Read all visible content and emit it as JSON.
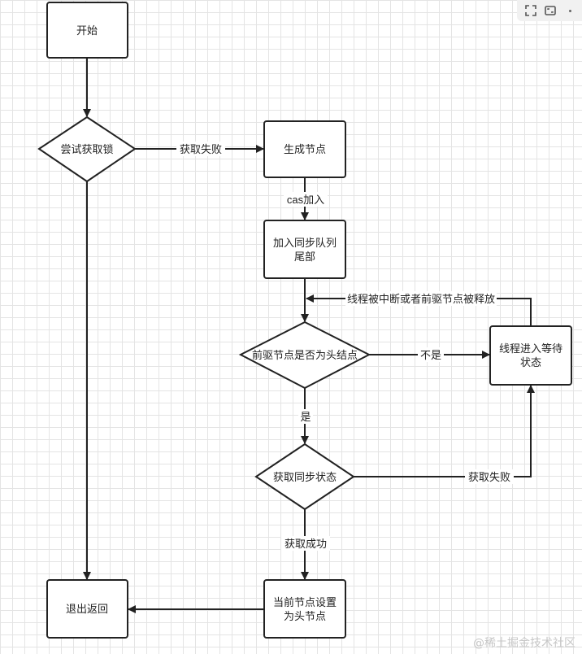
{
  "nodes": {
    "start": {
      "label": "开始",
      "shape": "rect"
    },
    "try_lock": {
      "label": "尝试获取锁",
      "shape": "diamond"
    },
    "gen_node": {
      "label": "生成节点",
      "shape": "rect"
    },
    "join_queue": {
      "label_line1": "加入同步队列",
      "label_line2": "尾部",
      "shape": "rect"
    },
    "pred_head": {
      "label": "前驱节点是否为头结点",
      "shape": "diamond"
    },
    "wait_state": {
      "label_line1": "线程进入等待",
      "label_line2": "状态",
      "shape": "rect"
    },
    "get_sync": {
      "label": "获取同步状态",
      "shape": "diamond"
    },
    "set_head": {
      "label_line1": "当前节点设置",
      "label_line2": "为头节点",
      "shape": "rect"
    },
    "exit": {
      "label": "退出返回",
      "shape": "rect"
    }
  },
  "edges": {
    "fail1": "获取失败",
    "cas": "cas加入",
    "interrupted": "线程被中断或者前驱节点被释放",
    "no": "不是",
    "yes": "是",
    "fail2": "获取失败",
    "success": "获取成功"
  },
  "colors": {
    "stroke": "#222222",
    "fill": "#ffffff",
    "grid": "#e4e4e4",
    "watermark": "#c7c7c7"
  },
  "watermark": "@稀土掘金技术社区",
  "toolbar": {
    "icons": [
      "expand-icon",
      "fit-icon",
      "more-icon"
    ]
  }
}
